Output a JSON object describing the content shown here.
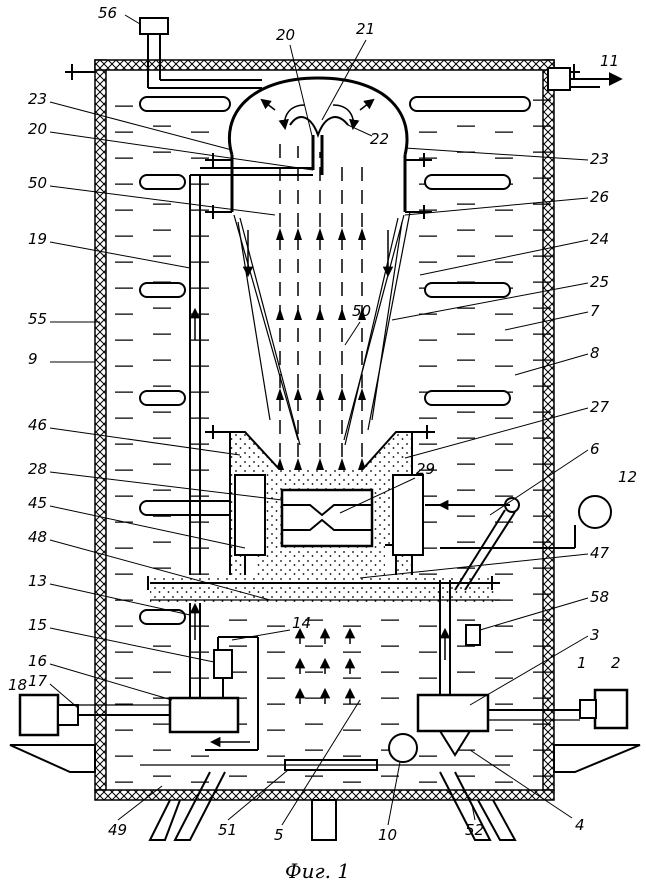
{
  "figure": {
    "caption": "Фиг. 1"
  },
  "labels": [
    {
      "id": "56",
      "text": "56"
    },
    {
      "id": "20a",
      "text": "20"
    },
    {
      "id": "21",
      "text": "21"
    },
    {
      "id": "11",
      "text": "11"
    },
    {
      "id": "23a",
      "text": "23"
    },
    {
      "id": "20b",
      "text": "20"
    },
    {
      "id": "22",
      "text": "22"
    },
    {
      "id": "23b",
      "text": "23"
    },
    {
      "id": "50a",
      "text": "50"
    },
    {
      "id": "26",
      "text": "26"
    },
    {
      "id": "19",
      "text": "19"
    },
    {
      "id": "24",
      "text": "24"
    },
    {
      "id": "25",
      "text": "25"
    },
    {
      "id": "55",
      "text": "55"
    },
    {
      "id": "50b",
      "text": "50"
    },
    {
      "id": "7",
      "text": "7"
    },
    {
      "id": "9",
      "text": "9"
    },
    {
      "id": "8",
      "text": "8"
    },
    {
      "id": "46",
      "text": "46"
    },
    {
      "id": "27",
      "text": "27"
    },
    {
      "id": "28",
      "text": "28"
    },
    {
      "id": "29",
      "text": "29"
    },
    {
      "id": "6",
      "text": "6"
    },
    {
      "id": "12",
      "text": "12"
    },
    {
      "id": "45",
      "text": "45"
    },
    {
      "id": "48",
      "text": "48"
    },
    {
      "id": "47",
      "text": "47"
    },
    {
      "id": "13",
      "text": "13"
    },
    {
      "id": "58",
      "text": "58"
    },
    {
      "id": "14",
      "text": "14"
    },
    {
      "id": "15",
      "text": "15"
    },
    {
      "id": "3",
      "text": "3"
    },
    {
      "id": "16",
      "text": "16"
    },
    {
      "id": "18",
      "text": "18"
    },
    {
      "id": "17",
      "text": "17"
    },
    {
      "id": "1",
      "text": "1"
    },
    {
      "id": "2",
      "text": "2"
    },
    {
      "id": "49",
      "text": "49"
    },
    {
      "id": "51",
      "text": "51"
    },
    {
      "id": "5",
      "text": "5"
    },
    {
      "id": "10",
      "text": "10"
    },
    {
      "id": "52",
      "text": "52"
    },
    {
      "id": "4",
      "text": "4"
    }
  ]
}
